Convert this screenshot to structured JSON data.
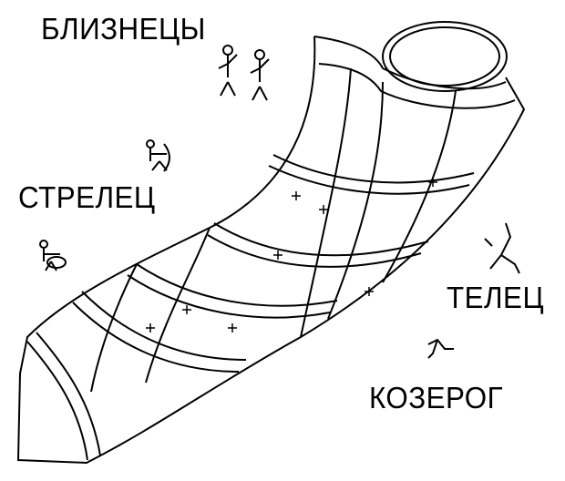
{
  "labels": {
    "gemini": "БЛИЗНЕЦЫ",
    "sagittarius": "СТРЕЛЕЦ",
    "taurus": "ТЕЛЕЦ",
    "capricorn": "КОЗЕРОГ"
  },
  "colors": {
    "ink": "#000000",
    "background": "#ffffff"
  }
}
